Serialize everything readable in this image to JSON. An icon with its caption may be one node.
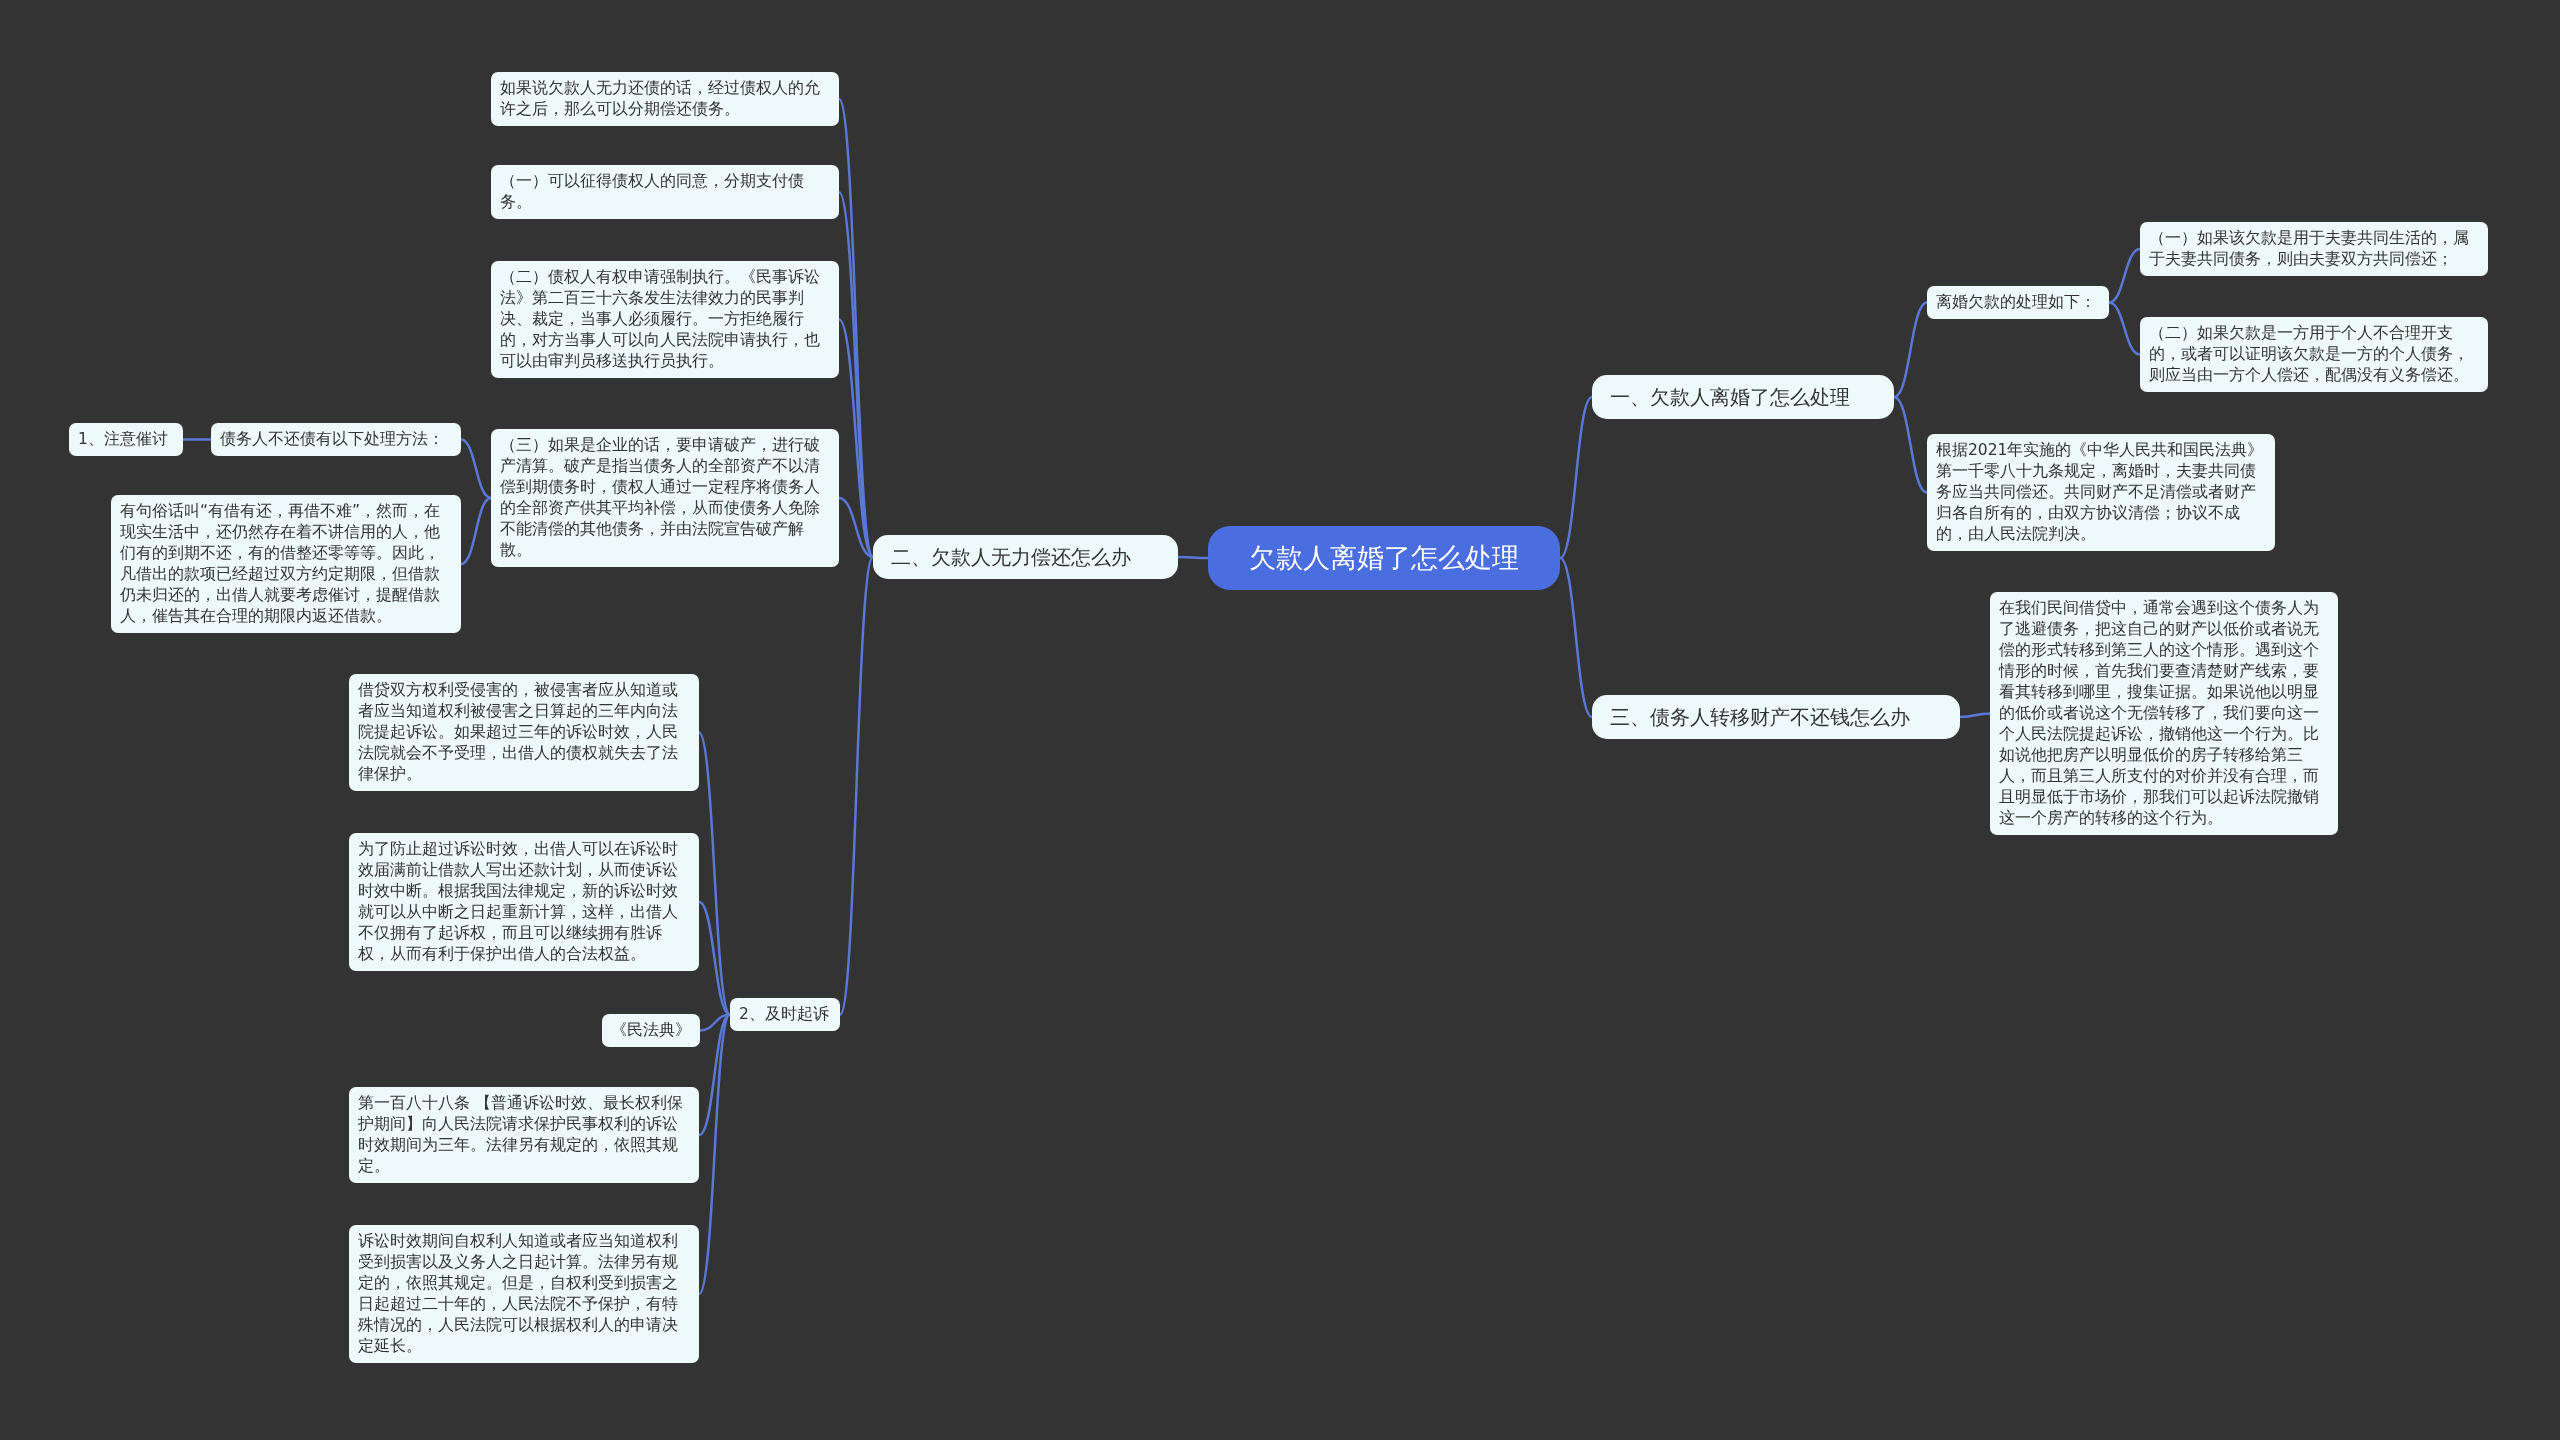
{
  "diagram": {
    "nodes": [
      {
        "text": [
          "欠款人离婚了怎么处理"
        ]
      },
      {
        "text": [
          "一、欠款人离婚了怎么处理"
        ]
      },
      {
        "text": [
          "离婚欠款的处理如下："
        ]
      },
      {
        "text": [
          "（一）如果该欠款是用于夫妻共同生活的，属于夫妻共同债务，则由夫妻双方共同偿还；"
        ]
      },
      {
        "text": [
          "（二）如果欠款是一方用于个人不合理开支的，或者可以证明该欠款是一方的个人债务，则应当由一方个人偿还，配偶没有义务偿还。"
        ]
      },
      {
        "text": [
          "根据2021年实施的《中华人民共和国民法典》第一千零八十九条规定，离婚时，夫妻共同债务应当共同偿还。共同财产不足清偿或者财产归各自所有的，由双方协议清偿；协议不成的，由人民法院判决。"
        ]
      },
      {
        "text": [
          "三、债务人转移财产不还钱怎么办"
        ]
      },
      {
        "text": [
          "在我们民间借贷中，通常会遇到这个债务人为了逃避债务，把这自己的财产以低价或者说无偿的形式转移到第三人的这个情形。遇到这个情形的时候，首先我们要查清楚财产线索，要看其转移到哪里，搜集证据。如果说他以明显的低价或者说这个无偿转移了，我们要向这一个人民法院提起诉讼，撤销他这一个行为。比如说他把房产以明显低价的房子转移给第三人，而且第三人所支付的对价并没有合理，而且明显低于市场价，那我们可以起诉法院撤销这一个房产的转移的这个行为。"
        ]
      },
      {
        "text": [
          "二、欠款人无力偿还怎么办"
        ]
      },
      {
        "text": [
          "如果说欠款人无力还债的话，经过债权人的允许之后，那么可以分期偿还债务。"
        ]
      },
      {
        "text": [
          "（一）可以征得债权人的同意，分期支付债务。"
        ]
      },
      {
        "text": [
          "（二）债权人有权申请强制执行。《民事诉讼法》第二百三十六条发生法律效力的民事判决、裁定，当事人必须履行。一方拒绝履行的，对方当事人可以向人民法院申请执行，也可以由审判员移送执行员执行。"
        ]
      },
      {
        "text": [
          "（三）如果是企业的话，要申请破产，进行破产清算。破产是指当债务人的全部资产不以清偿到期债务时，债权人通过一定程序将债务人的全部资产供其平均补偿，从而使债务人免除不能清偿的其他债务，并由法院宣告破产解散。"
        ]
      },
      {
        "text": [
          "债务人不还债有以下处理方法："
        ]
      },
      {
        "text": [
          "1、注意催讨"
        ]
      },
      {
        "text": [
          "有句俗话叫“有借有还，再借不难”，然而，在现实生活中，还仍然存在着不讲信用的人，他们有的到期不还，有的借整还零等等。因此，凡借出的款项已经超过双方约定期限，但借款仍未归还的，出借人就要考虑催讨，提醒借款人，催告其在合理的期限内返还借款。"
        ]
      },
      {
        "text": [
          "2、及时起诉"
        ]
      },
      {
        "text": [
          "借贷双方权利受侵害的，被侵害者应从知道或者应当知道权利被侵害之日算起的三年内向法院提起诉讼。如果超过三年的诉讼时效，人民法院就会不予受理，出借人的债权就失去了法律保护。"
        ]
      },
      {
        "text": [
          "为了防止超过诉讼时效，出借人可以在诉讼时效届满前让借款人写出还款计划，从而使诉讼时效中断。根据我国法律规定，新的诉讼时效就可以从中断之日起重新计算，这样，出借人不仅拥有了起诉权，而且可以继续拥有胜诉权，从而有利于保护出借人的合法权益。"
        ]
      },
      {
        "text": [
          "《民法典》"
        ]
      },
      {
        "text": [
          "第一百八十八条 【普通诉讼时效、最长权利保护期间】向人民法院请求保护民事权利的诉讼时效期间为三年。法律另有规定的，依照其规定。"
        ]
      },
      {
        "text": [
          "诉讼时效期间自权利人知道或者应当知道权利受到损害以及义务人之日起计算。法律另有规定的，依照其规定。但是，自权利受到损害之日起超过二十年的，人民法院不予保护，有特殊情况的，人民法院可以根据权利人的申请决定延长。"
        ]
      }
    ],
    "edges": [
      {
        "from": 0,
        "to": 1,
        "arrow": "none"
      },
      {
        "from": 1,
        "to": 2,
        "arrow": "none"
      },
      {
        "from": 2,
        "to": 3,
        "arrow": "none"
      },
      {
        "from": 2,
        "to": 4,
        "arrow": "none"
      },
      {
        "from": 1,
        "to": 5,
        "arrow": "none"
      },
      {
        "from": 0,
        "to": 6,
        "arrow": "none"
      },
      {
        "from": 6,
        "to": 7,
        "arrow": "none"
      },
      {
        "from": 0,
        "to": 8,
        "arrow": "none"
      },
      {
        "from": 8,
        "to": 9,
        "arrow": "none"
      },
      {
        "from": 8,
        "to": 10,
        "arrow": "none"
      },
      {
        "from": 8,
        "to": 11,
        "arrow": "none"
      },
      {
        "from": 8,
        "to": 12,
        "arrow": "none"
      },
      {
        "from": 12,
        "to": 13,
        "arrow": "none"
      },
      {
        "from": 13,
        "to": 14,
        "arrow": "none"
      },
      {
        "from": 12,
        "to": 15,
        "arrow": "none"
      },
      {
        "from": 8,
        "to": 16,
        "arrow": "none"
      },
      {
        "from": 16,
        "to": 17,
        "arrow": "none"
      },
      {
        "from": 16,
        "to": 18,
        "arrow": "none"
      },
      {
        "from": 16,
        "to": 19,
        "arrow": "none"
      },
      {
        "from": 16,
        "to": 20,
        "arrow": "none"
      },
      {
        "from": 16,
        "to": 21,
        "arrow": "none"
      }
    ]
  }
}
